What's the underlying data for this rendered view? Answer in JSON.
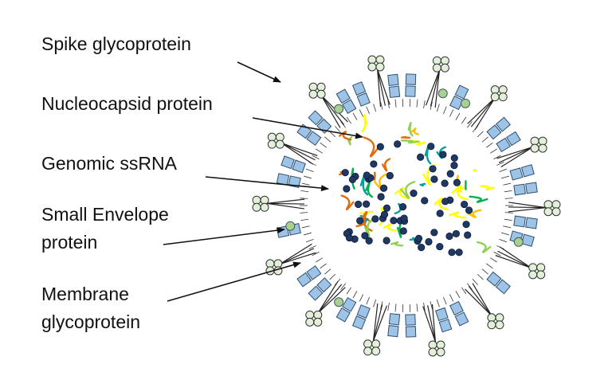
{
  "labels": {
    "spike": "Spike glycoprotein",
    "nucleocapsid": "Nucleocapsid protein",
    "genome": "Genomic ssRNA",
    "envelope_line1": "Small Envelope",
    "envelope_line2": "protein",
    "membrane_line1": "Membrane",
    "membrane_line2": "glycoprotein"
  },
  "colors": {
    "membrane_protein": "#9dc3e6",
    "membrane_protein_stroke": "#2f4f6f",
    "envelope_protein": "#a9d18e",
    "spike_head": "#e2f0d9",
    "nucleocapsid": "#1f3864",
    "rna_gradient": [
      "#e46c0a",
      "#ffc000",
      "#ffff00",
      "#92d050",
      "#00b050",
      "#00a0a0"
    ]
  }
}
